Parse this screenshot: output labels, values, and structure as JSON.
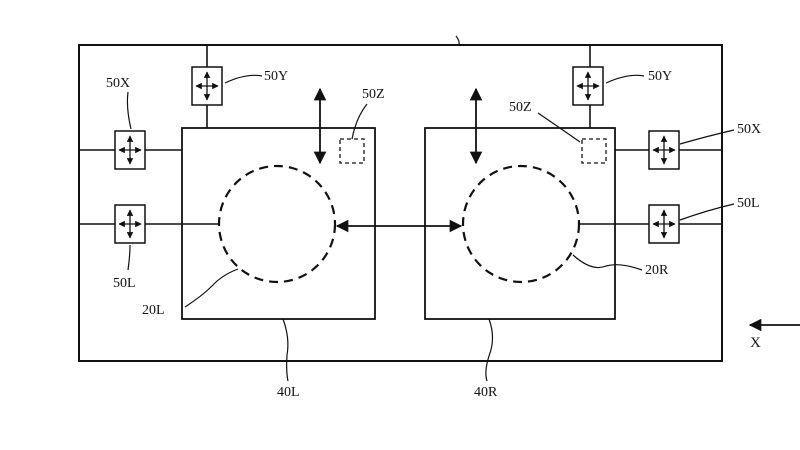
{
  "labels": {
    "actuator_x": "50X",
    "actuator_y": "50Y",
    "actuator_l": "50L",
    "sensor_z": "50Z",
    "lens_left": "20L",
    "lens_right": "20R",
    "unit_left": "40L",
    "unit_right": "40R",
    "direction": "X"
  }
}
